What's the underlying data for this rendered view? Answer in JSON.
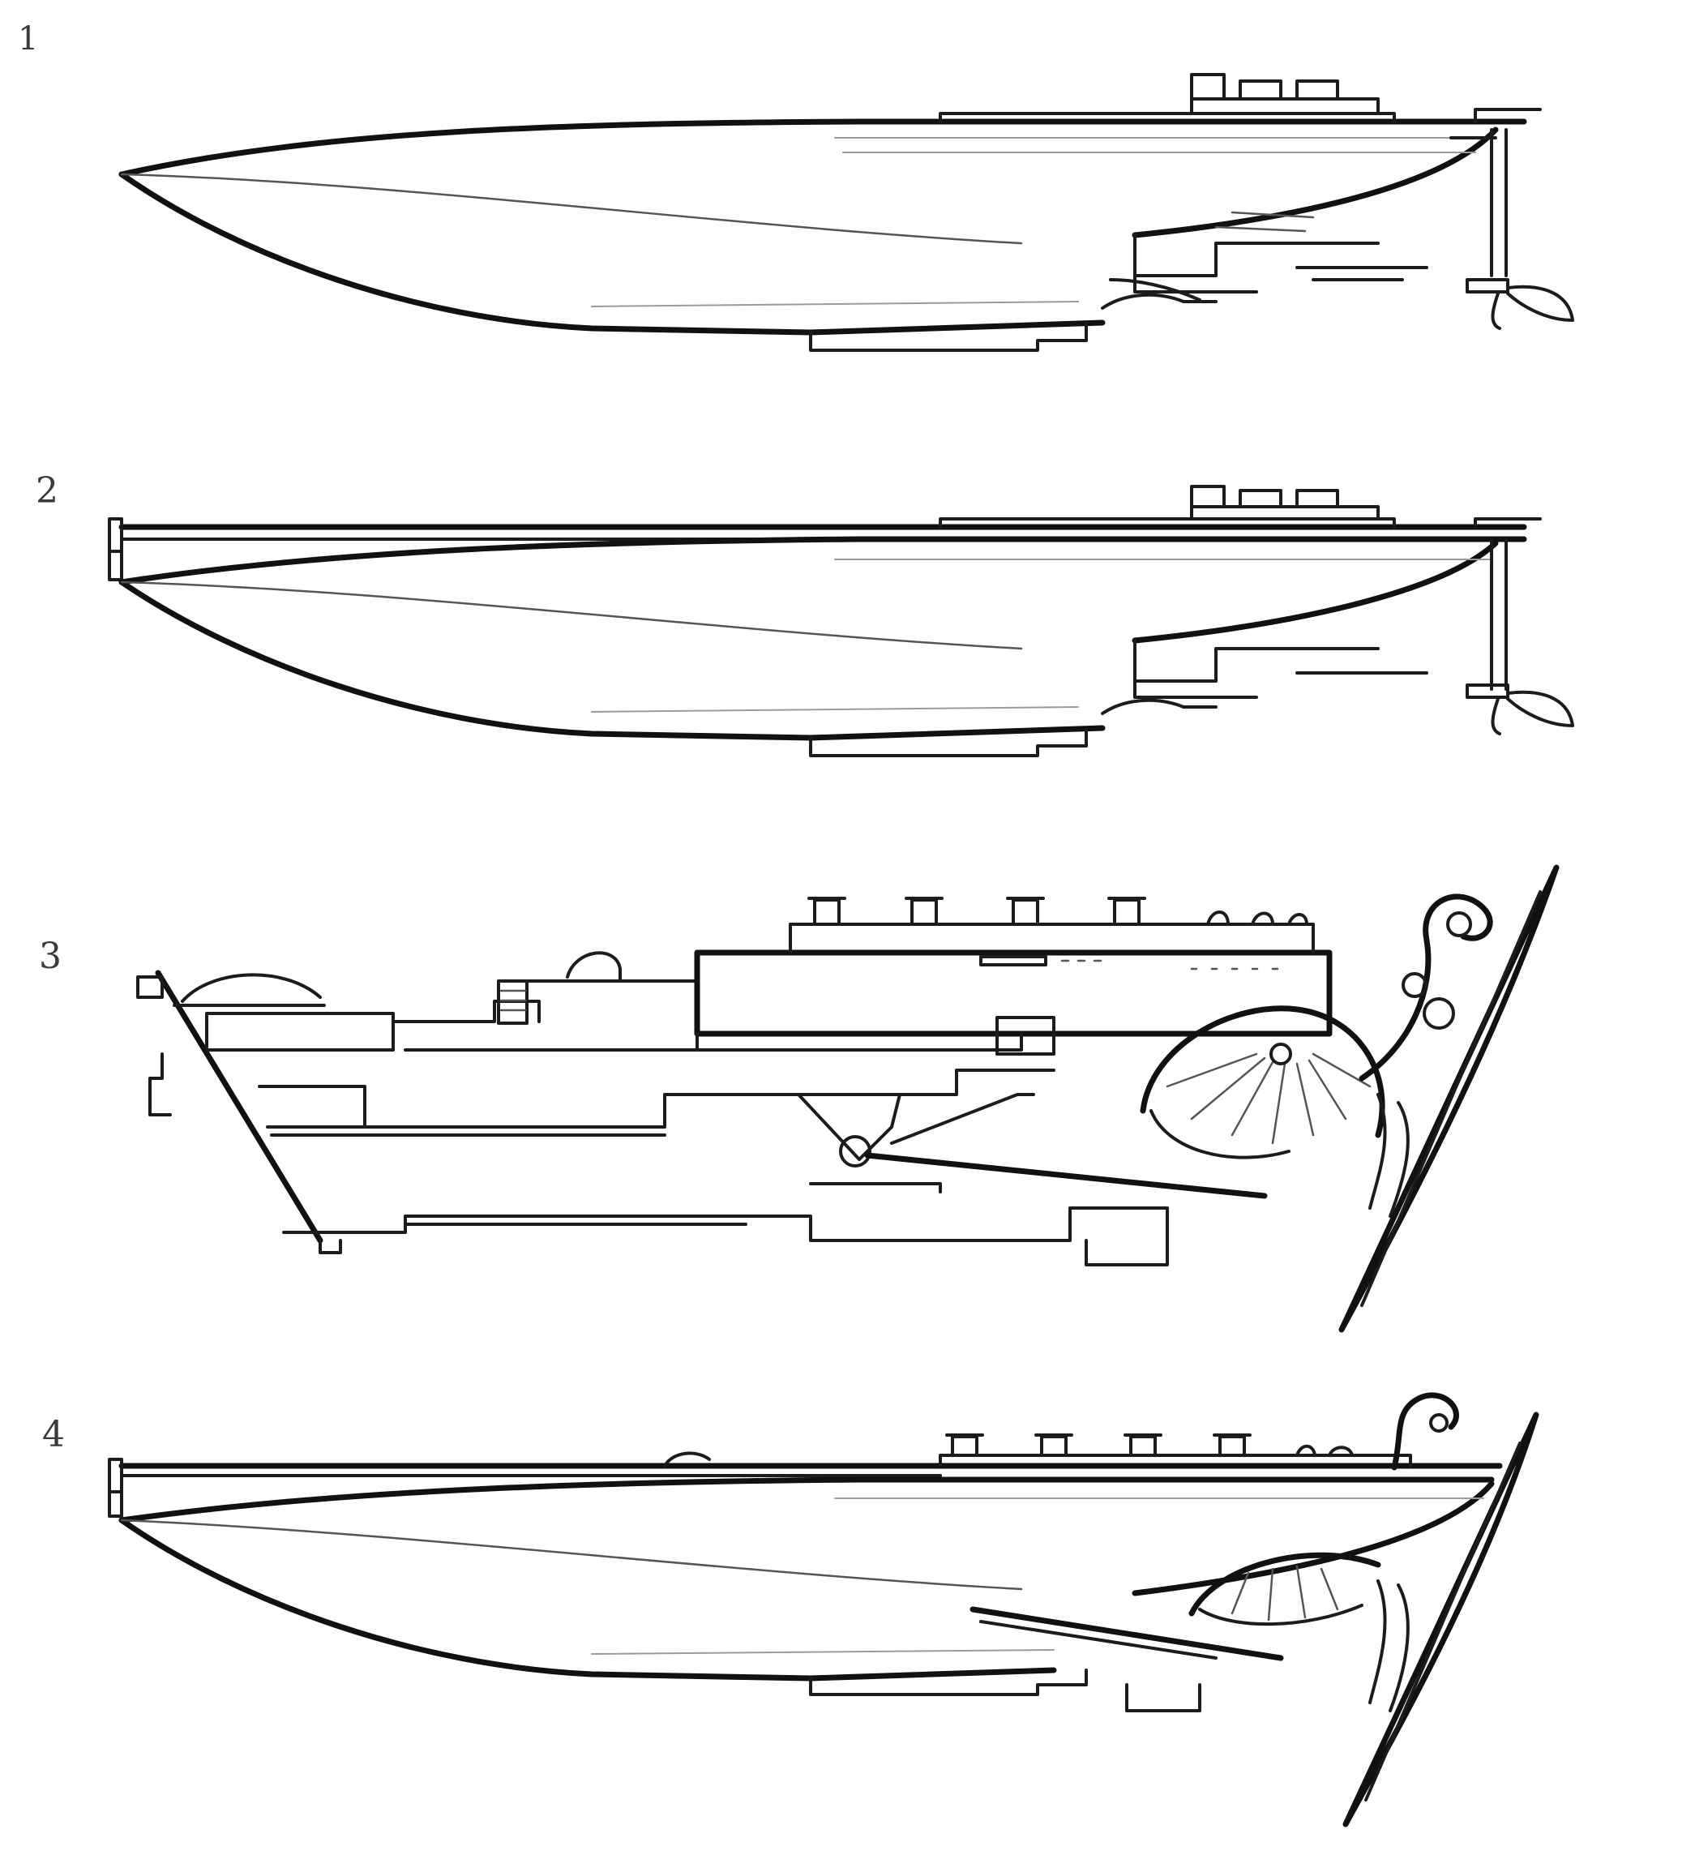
{
  "sketch_sheet": {
    "background": "#ffffff",
    "ink_color": "#1c1c1c",
    "panels": [
      {
        "label": "1"
      },
      {
        "label": "2"
      },
      {
        "label": "3"
      },
      {
        "label": "4"
      }
    ]
  }
}
